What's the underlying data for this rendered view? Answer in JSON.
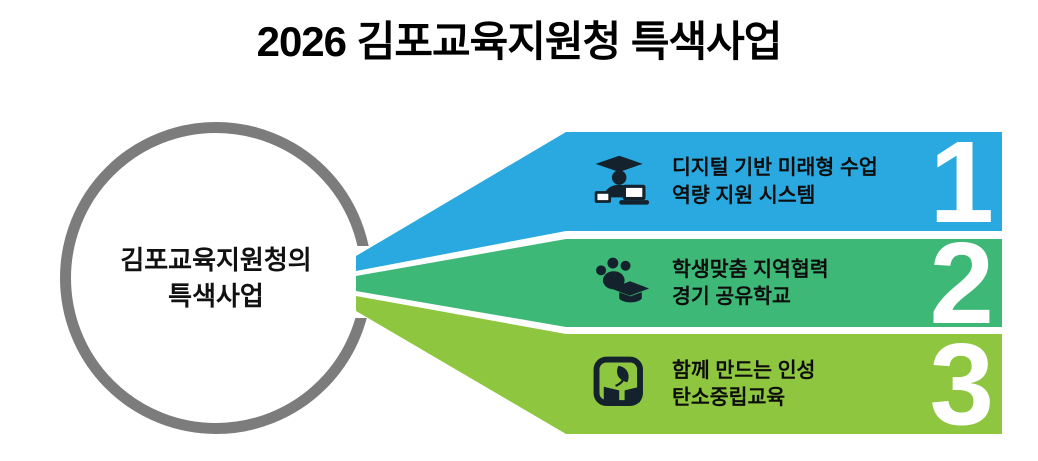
{
  "title": "2026 김포교육지원청 특색사업",
  "circle": {
    "line1": "김포교육지원청의",
    "line2": "특색사업"
  },
  "banners": [
    {
      "number": "1",
      "line1": "디지털 기반 미래형 수업",
      "line2": "역량 지원 시스템",
      "icon": "graduate-laptop-icon",
      "color": "#2aa9e0"
    },
    {
      "number": "2",
      "line1": "학생맞춤 지역협력",
      "line2": "경기 공유학교",
      "icon": "paw-gradcap-icon",
      "color": "#3eb877"
    },
    {
      "number": "3",
      "line1": "함께 만드는 인성",
      "line2": "탄소중립교육",
      "icon": "book-leaf-icon",
      "color": "#8ec63f"
    }
  ],
  "colors": {
    "banner1": "#2aa9e0",
    "banner2": "#3eb877",
    "banner3": "#8ec63f",
    "circle_border": "#7c7c7c",
    "banner_text": "#0d0d0d",
    "number_text": "#ffffff",
    "icon": "#13222c",
    "title_text": "#000000",
    "background": "#ffffff"
  }
}
